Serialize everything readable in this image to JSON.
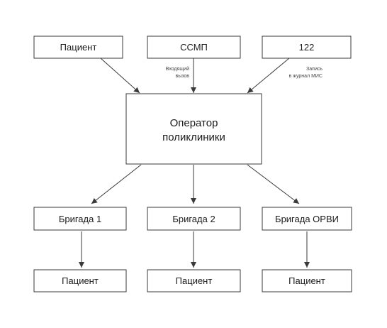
{
  "nodes": {
    "patient_top": "Пациент",
    "ssmp": "ССМП",
    "phone_122": "122",
    "operator_line1": "Оператор",
    "operator_line2": "поликлиники",
    "brigade_1": "Бригада 1",
    "brigade_2": "Бригада 2",
    "brigade_orvi": "Бригада ОРВИ",
    "patient_1": "Пациент",
    "patient_2": "Пациент",
    "patient_3": "Пациент"
  },
  "edge_labels": {
    "ssmp_line1": "Входящий",
    "ssmp_line2": "вызов",
    "phone_line1": "Запись",
    "phone_line2": "в журнал МИС"
  },
  "colors": {
    "stroke": "#3a3a3a",
    "text": "#1a1a1a",
    "background": "#ffffff"
  }
}
